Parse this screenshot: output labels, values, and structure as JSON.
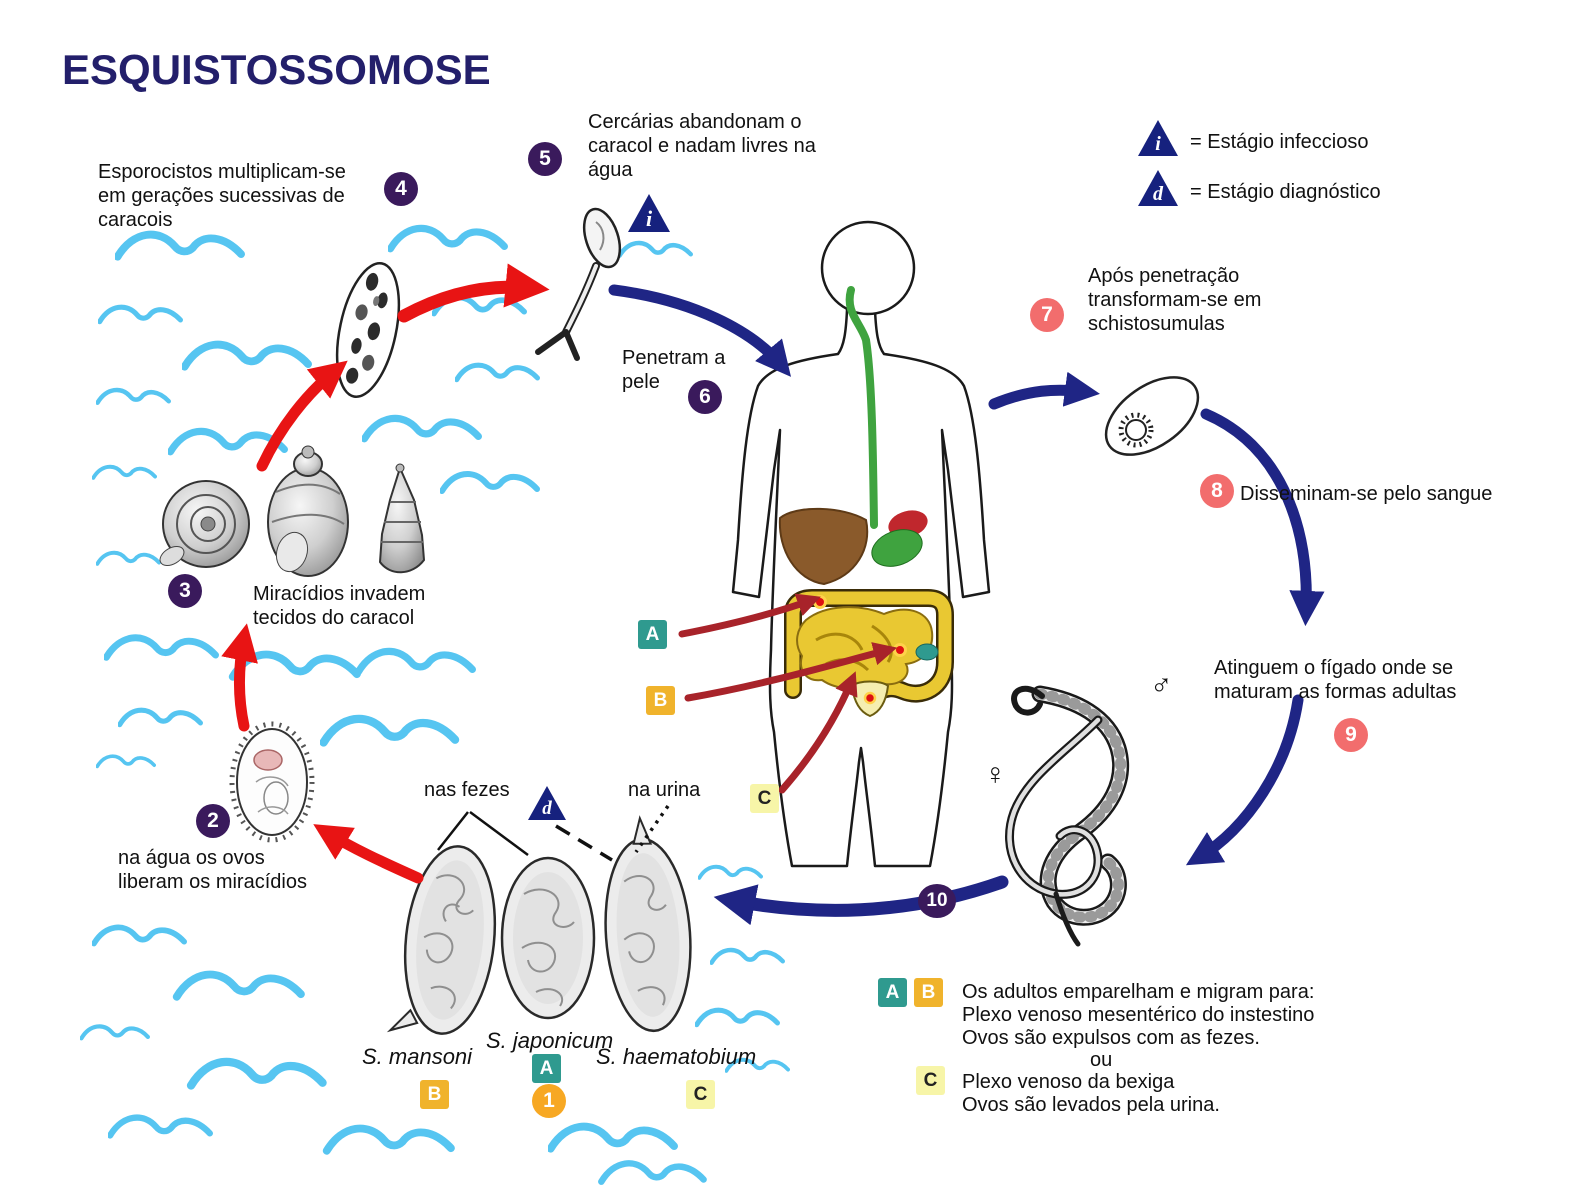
{
  "title": "ESQUISTOSSOMOSE",
  "legend": {
    "infectious": {
      "symbol": "i",
      "label": "=  Estágio infeccioso"
    },
    "diagnostic": {
      "symbol": "d",
      "label": "=  Estágio diagnóstico"
    }
  },
  "steps": {
    "s1": {
      "n": "1"
    },
    "s2": {
      "n": "2",
      "text": "na água os ovos\nliberam os miracídios"
    },
    "s3": {
      "n": "3",
      "text": "Miracídios invadem\ntecidos do caracol"
    },
    "s4": {
      "n": "4",
      "text": "Esporocistos multiplicam-se\nem gerações sucessivas de\ncaracois"
    },
    "s5": {
      "n": "5",
      "text": "Cercárias abandonam o\ncaracol e nadam livres na\nágua"
    },
    "s6": {
      "n": "6",
      "text": "Penetram a\npele"
    },
    "s7": {
      "n": "7",
      "text": "Após penetração\ntransformam-se em\nschistosumulas"
    },
    "s8": {
      "n": "8",
      "text": "Disseminam-se pelo sangue"
    },
    "s9": {
      "n": "9",
      "text": "Atinguem o fígado onde se\nmaturam as formas adultas"
    },
    "s10": {
      "n": "10"
    }
  },
  "sources": {
    "feces": "nas fezes",
    "urine": "na urina",
    "diag_symbol": "d",
    "infect_symbol": "i"
  },
  "markers": {
    "a": "A",
    "b": "B",
    "c": "C"
  },
  "species": {
    "mansoni": {
      "name": "S. mansoni",
      "badge": "B"
    },
    "japonicum": {
      "name": "S. japonicum",
      "badge": "A"
    },
    "haematobium": {
      "name": "S. haematobium",
      "badge": "C"
    }
  },
  "adults_note": {
    "line1": "Os adultos emparelham e migram para:",
    "line2": "Plexo venoso mesentérico do instestino",
    "line3": "Ovos são expulsos com as fezes.",
    "line4": "ou",
    "line5": "Plexo venoso da bexiga",
    "line6": "Ovos são levados pela urina."
  },
  "worms": {
    "male_symbol": "♂",
    "female_symbol": "♀"
  },
  "colors": {
    "title_navy": "#231f6b",
    "arrow_blue": "#1f2585",
    "arrow_red": "#e81414",
    "arrow_darkred": "#a8232a",
    "badge_purple": "#3a1a5c",
    "badge_salmon": "#f26d6d",
    "badge_orange": "#f7a823",
    "badge_teal": "#2f9a8f",
    "badge_amber": "#f0b32c",
    "badge_paleyellow": "#f7f5a8",
    "triangle_navy": "#16217e",
    "wave_blue": "#56c5f1"
  }
}
